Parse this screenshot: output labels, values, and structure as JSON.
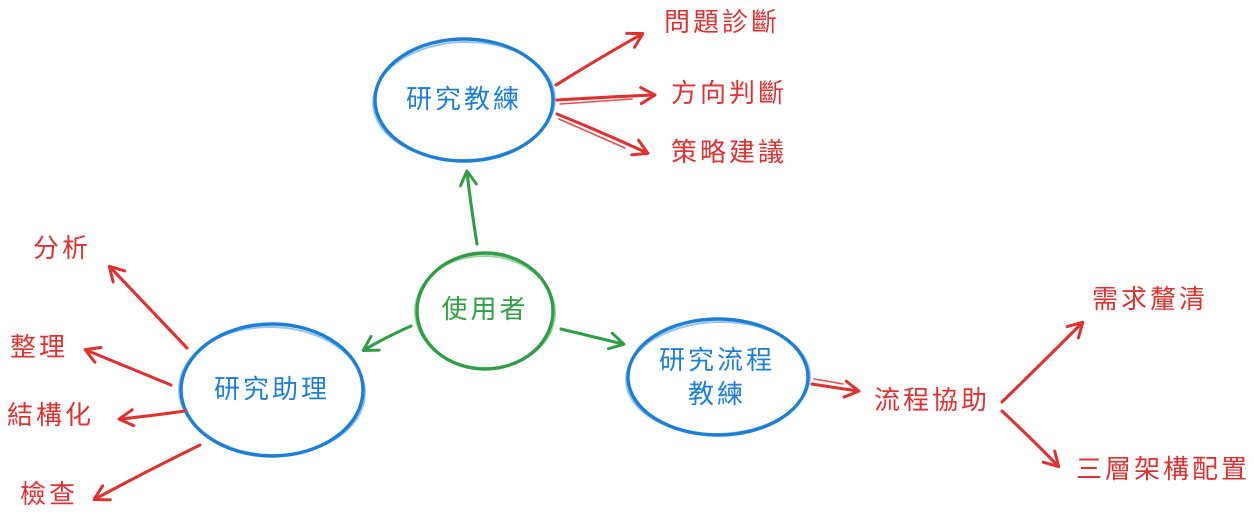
{
  "canvas": {
    "background": "#ffffff"
  },
  "diagram": {
    "colors": {
      "red": "#e03131",
      "green": "#2f9e44",
      "blue": "#1c7ed6"
    },
    "center": {
      "label": "使用者"
    },
    "branches": [
      {
        "label": "研究教練",
        "outputs": [
          "問題診斷",
          "方向判斷",
          "策略建議"
        ]
      },
      {
        "label": "研究助理",
        "outputs": [
          "分析",
          "整理",
          "結構化",
          "檢查"
        ]
      },
      {
        "label": "研究流程教練",
        "label_lines": [
          "研究流程",
          "教練"
        ],
        "outputs": [
          "流程協助"
        ],
        "sub_outputs": [
          "需求釐清",
          "三層架構配置"
        ]
      }
    ]
  }
}
